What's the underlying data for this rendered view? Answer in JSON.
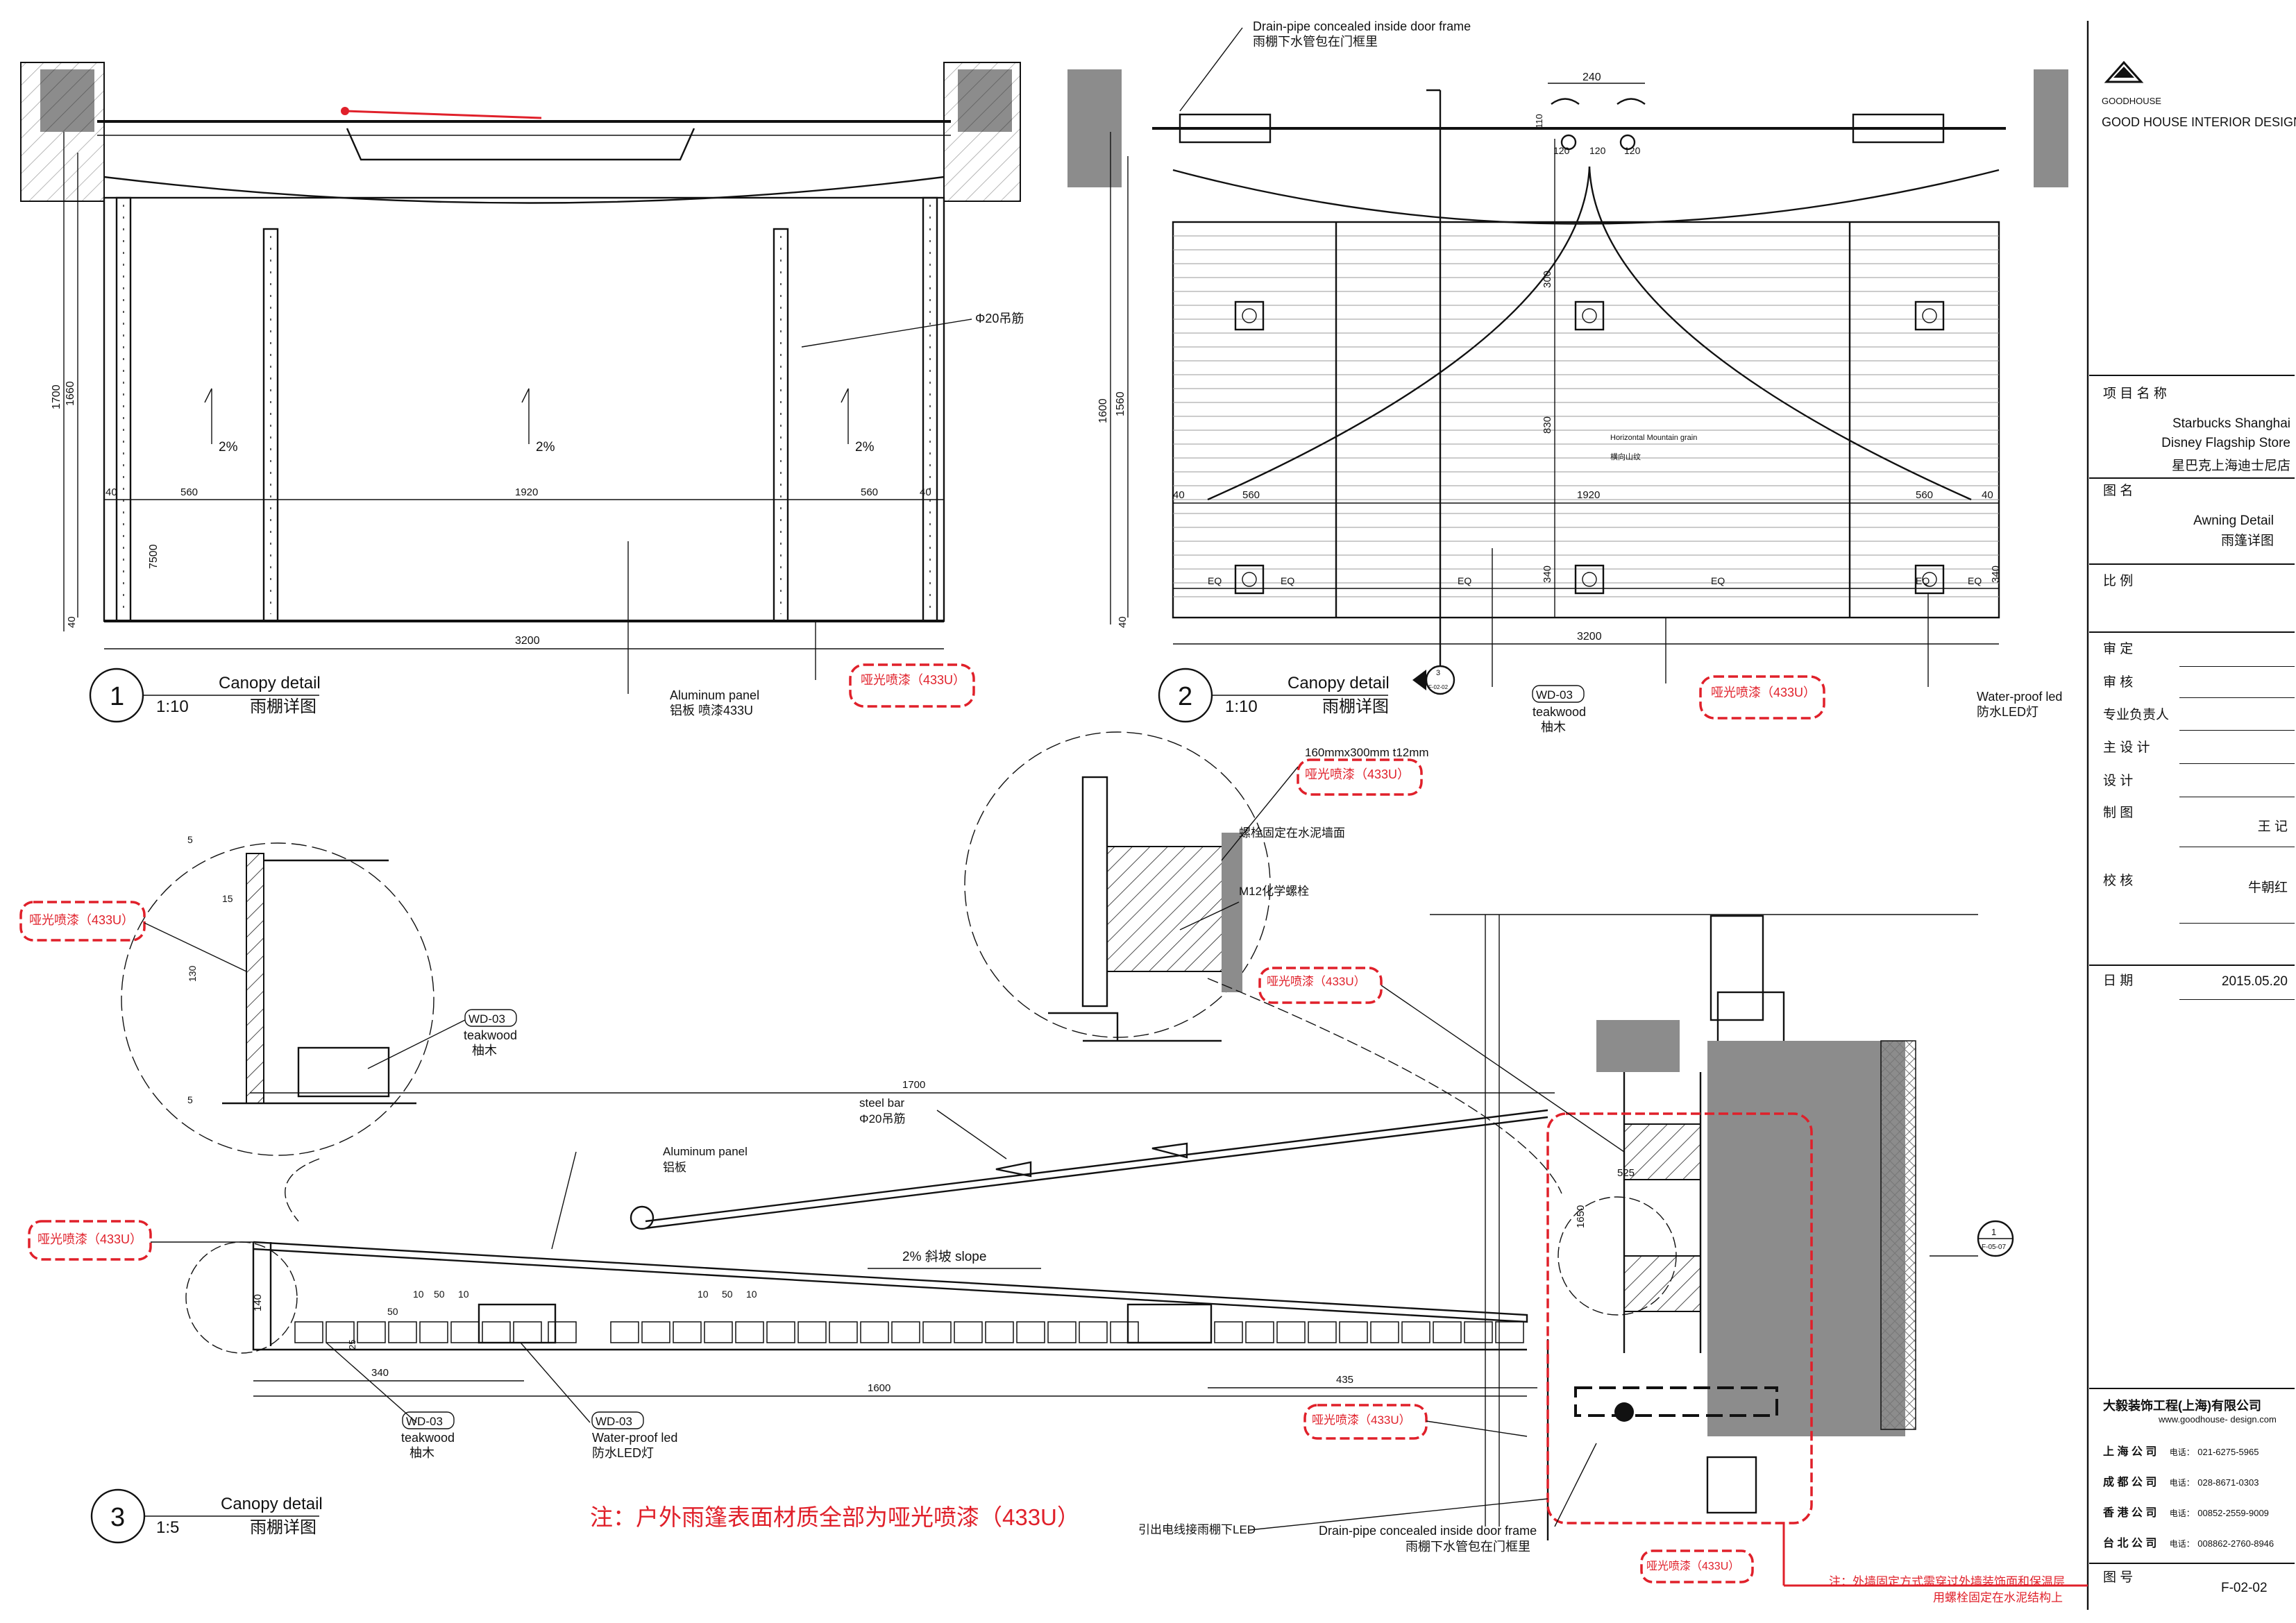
{
  "logo": {
    "name": "GOODHOUSE",
    "company_en": "GOOD HOUSE INTERIOR DESIGN"
  },
  "detail1": {
    "num": "1",
    "scale": "1:10",
    "title_en": "Canopy detail",
    "title_cn": "雨棚详图",
    "dims": {
      "h_outer": "1700",
      "h_inner": "1660",
      "w_total": "3200",
      "w_left": "560",
      "w_mid": "1920",
      "w_right": "560",
      "edge": "40",
      "d7500": "7500"
    },
    "slope": "2%",
    "labels": {
      "rebar": "Φ20吊筋",
      "panel_en": "Aluminum panel",
      "panel_cn": "铝板 喷漆433U",
      "paint": "哑光喷漆（433U）"
    }
  },
  "detail2": {
    "num": "2",
    "scale": "1:10",
    "title_en": "Canopy detail",
    "title_cn": "雨棚详图",
    "dims": {
      "h_outer": "1600",
      "h_inner": "1560",
      "w_total": "3200",
      "w_left": "560",
      "w_mid": "1920",
      "w_right": "560",
      "edge": "40",
      "top": "240",
      "t1": "120",
      "t2": "120",
      "t3": "120",
      "top_h": "110",
      "d300": "300",
      "d830": "830",
      "d340": "340",
      "eq": "EQ"
    },
    "grain_en": "Horizontal Mountain grain",
    "grain_cn": "横向山纹",
    "labels": {
      "drain_en": "Drain-pipe concealed inside door frame",
      "drain_cn": "雨棚下水管包在门框里",
      "wd": "WD-03",
      "teak_en": "teakwood",
      "teak_cn": "柚木",
      "paint": "哑光喷漆（433U）",
      "led_en": "Water-proof led",
      "led_cn": "防水LED灯"
    },
    "section_mark": {
      "top": "3",
      "bottom": "F-02-02"
    }
  },
  "detail3": {
    "num": "3",
    "scale": "1:5",
    "title_en": "Canopy detail",
    "title_cn": "雨棚详图",
    "dims": {
      "d1700": "1700",
      "d1600": "1600",
      "d340": "340",
      "d435": "435",
      "d140": "140",
      "d50a": "50",
      "d10a": "10",
      "d50b": "50",
      "d10b": "10",
      "d10c": "10",
      "d50c": "50",
      "d10d": "10",
      "d525": "525",
      "d1650": "1650",
      "c5a": "5",
      "c15": "15",
      "c130": "130",
      "c5b": "5",
      "d25": "25"
    },
    "slope": "2% 斜坡  slope",
    "labels": {
      "steel_en": "steel bar",
      "steel_cn": "Φ20吊筋",
      "panel_en": "Aluminum panel",
      "panel_cn": "铝板",
      "paint": "哑光喷漆（433U）",
      "wd": "WD-03",
      "teak_en": "teakwood",
      "teak_cn": "柚木",
      "led_en": "Water-proof led",
      "led_cn": "防水LED灯",
      "plate": "160mmx300mm  t12mm",
      "bolt_fix": "螺栓固定在水泥墙面",
      "chem_bolt": "M12化学螺栓",
      "wire": "引出电线接雨棚下LED",
      "drain_en": "Drain-pipe concealed inside door frame",
      "drain_cn": "雨棚下水管包在门框里"
    },
    "note": "注：户外雨篷表面材质全部为哑光喷漆（433U）",
    "note2_l1": "注：外墙固定方式需穿过外墙装饰面和保温层",
    "note2_l2": "用螺栓固定在水泥结构上",
    "ref_mark": {
      "top": "1",
      "bottom": "F-05-07"
    }
  },
  "titleblock": {
    "project_label": "项 目 名 称",
    "project_en_1": "Starbucks Shanghai",
    "project_en_2": "Disney Flagship Store",
    "project_cn": "星巴克上海迪士尼店",
    "drawing_label": "图       名",
    "drawing_en": "Awning Detail",
    "drawing_cn": "雨篷详图",
    "scale_label": "比       例",
    "approve_label": "审       定",
    "check_label": "审       核",
    "lead_label": "专业负责人",
    "design_label": "主  设  计",
    "designer_label": "设       计",
    "draw_label": "制       图",
    "drawer": "王  记",
    "proof_label": "校       核",
    "proofer": "牛朝红",
    "date_label": "日       期",
    "date": "2015.05.20",
    "company_cn": "大毅装饰工程(上海)有限公司",
    "website": "www.goodhouse- design.com",
    "offices": [
      {
        "city": "上 海 公 司",
        "tel_label": "电话：",
        "tel": "021-6275-5965"
      },
      {
        "city": "成 都 公 司",
        "tel_label": "电话：",
        "tel": "028-8671-0303"
      },
      {
        "city": "香 港 公 司",
        "tel_label": "电话：",
        "tel": "00852-2559-9009"
      },
      {
        "city": "台 北 公 司",
        "tel_label": "电话：",
        "tel": "008862-2760-8946"
      }
    ],
    "number_label": "图       号",
    "number": "F-02-02"
  }
}
